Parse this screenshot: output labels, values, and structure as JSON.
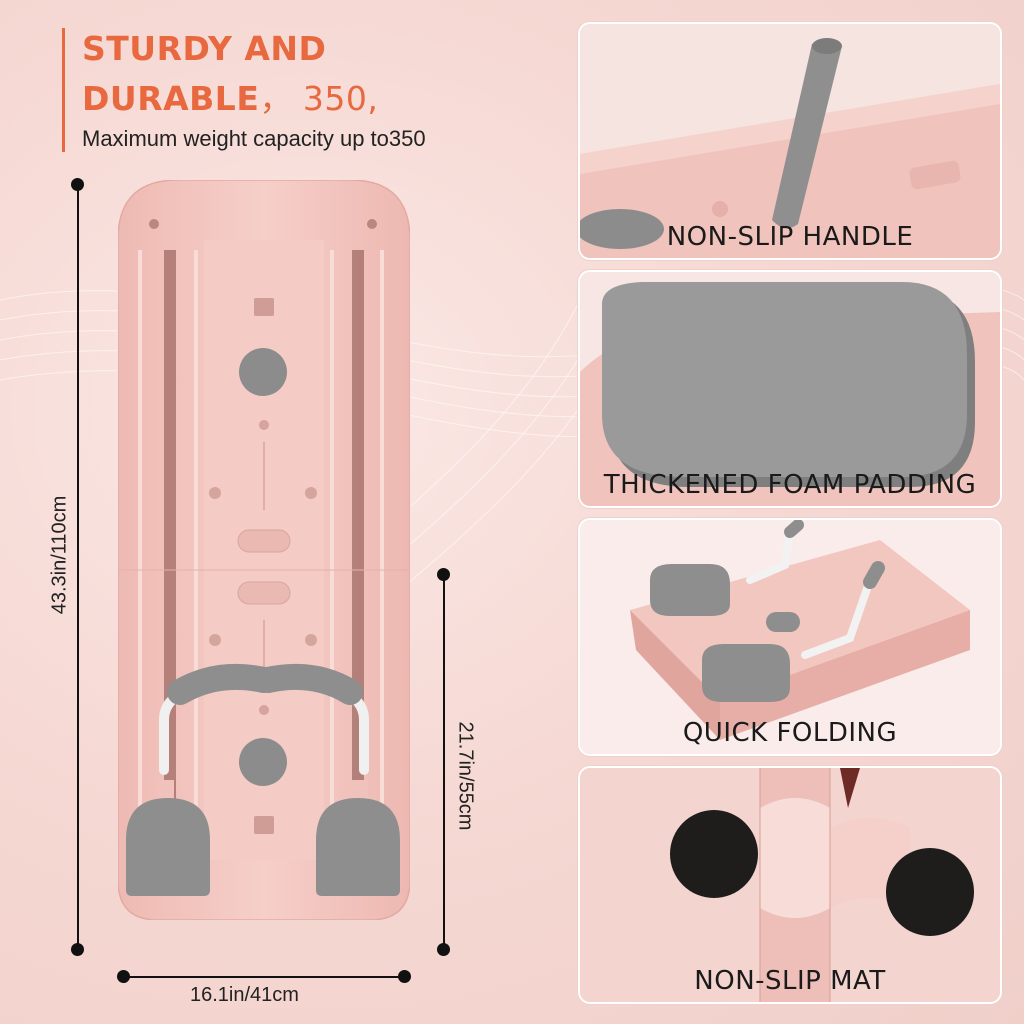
{
  "headline": {
    "line1": "STURDY AND",
    "line2_word": "DURABLE",
    "line2_sep": "，",
    "line2_num": "350,",
    "subline": "Maximum weight capacity up to350"
  },
  "dimensions": {
    "height": "43.3in/110cm",
    "width": "16.1in/41cm",
    "fold_height": "21.7in/55cm"
  },
  "features": [
    {
      "label": "NON-SLIP HANDLE"
    },
    {
      "label": "THICKENED FOAM PADDING"
    },
    {
      "label": "QUICK FOLDING"
    },
    {
      "label": "NON-SLIP MAT"
    }
  ],
  "colors": {
    "accent": "#e8683f",
    "board_pink": "#f3c6c0",
    "pad_gray": "#8e8e8e",
    "text_dark": "#1a1a1a"
  }
}
